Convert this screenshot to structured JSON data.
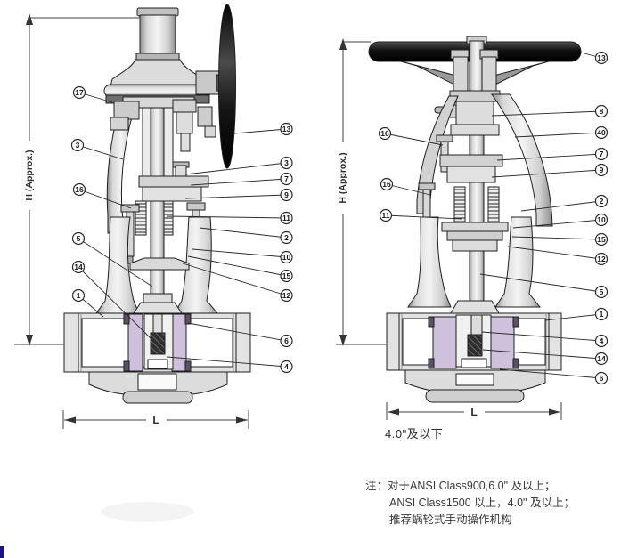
{
  "left_valve": {
    "h_dim_label": "H (Approx.)",
    "l_dim_label": "L",
    "callouts_left": [
      "17",
      "3",
      "16",
      "5",
      "14",
      "1"
    ],
    "callouts_right": [
      "13",
      "3",
      "7",
      "9",
      "11",
      "2",
      "10",
      "15",
      "12",
      "6",
      "4"
    ]
  },
  "right_valve": {
    "h_dim_label": "H (Approx.)",
    "l_dim_label": "L",
    "size_caption": "4.0\"及以下",
    "callouts_left": [
      "16",
      "16",
      "11"
    ],
    "callouts_right": [
      "13",
      "8",
      "40",
      "7",
      "9",
      "2",
      "10",
      "15",
      "12",
      "5",
      "1",
      "4",
      "14",
      "6"
    ]
  },
  "note": {
    "line1": "注：对于ANSI Class900,6.0\" 及以上；",
    "line2": "ANSI Class1500 以上，4.0\" 及以上；",
    "line3": "推荐蜗轮式手动操作机构"
  },
  "colors": {
    "outline": "#1f1f1f",
    "body_gray": "#e3e3e3",
    "seat_lavender": "#cfc1dc",
    "seat_corner_dark": "#5a5263",
    "handwheel_dark": "#111111",
    "dimension_line": "#404040",
    "corner_mark_blue": "#1b1680"
  }
}
